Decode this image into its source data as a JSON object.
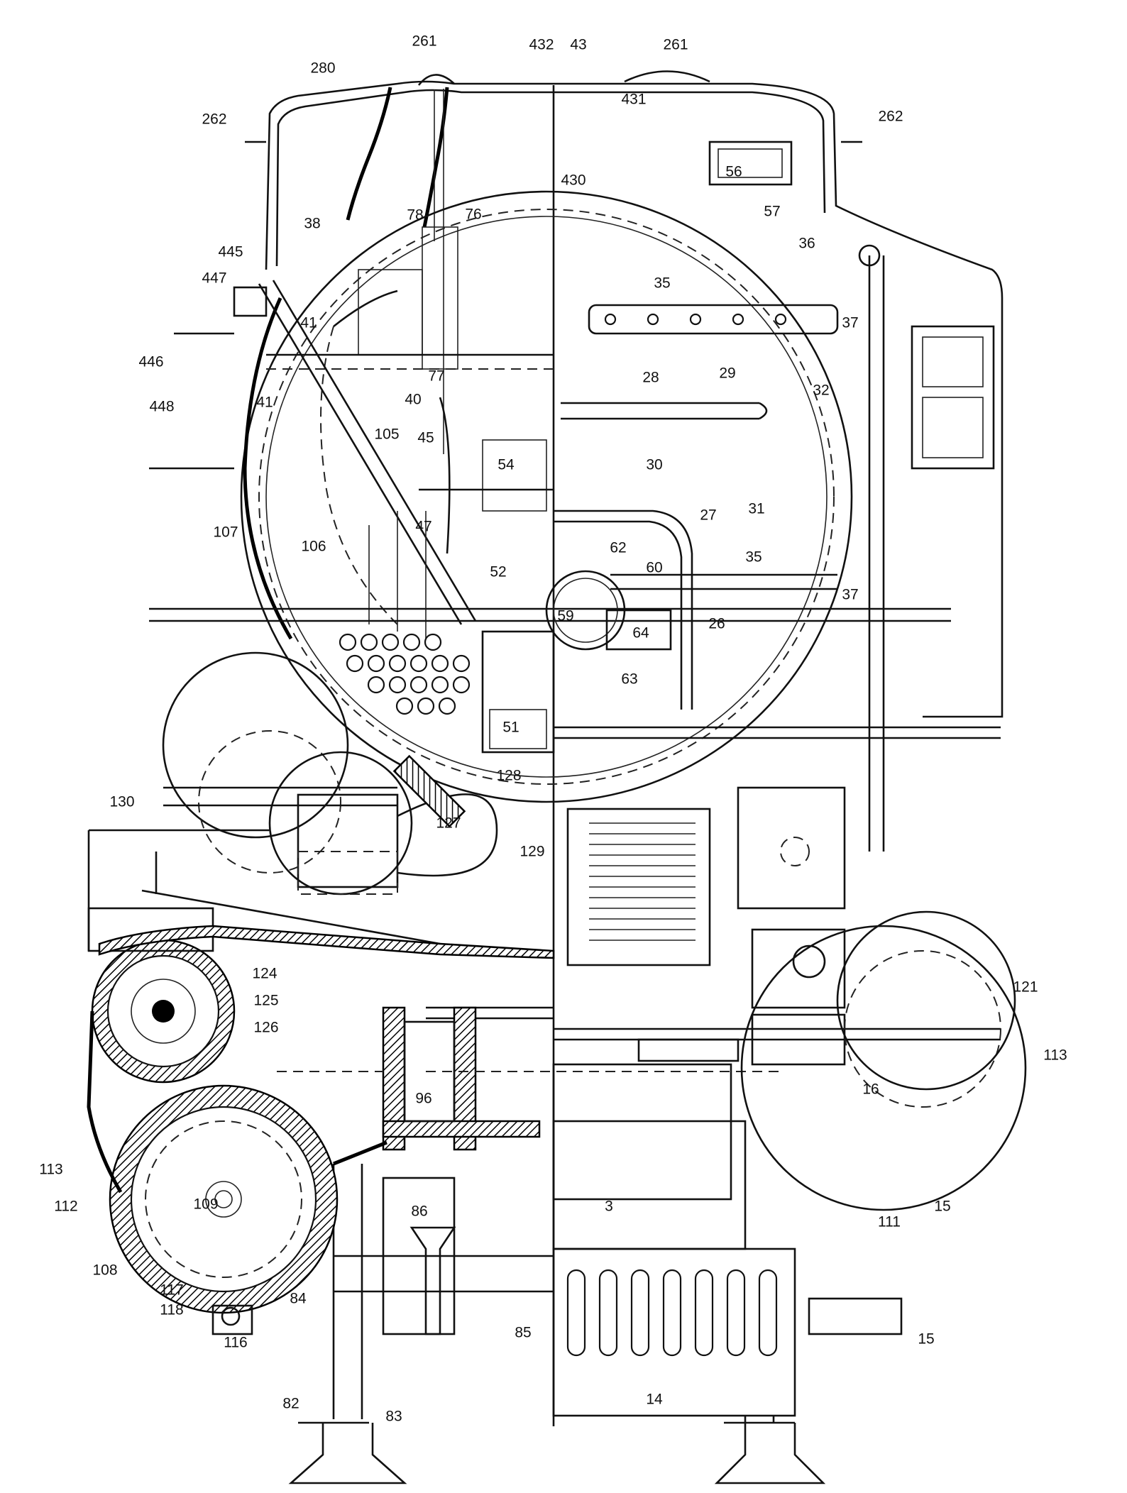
{
  "figure": {
    "line_color": "#111111",
    "background": "#ffffff",
    "reference_numerals": [
      {
        "id": "r261a",
        "text": "261"
      },
      {
        "id": "r280",
        "text": "280"
      },
      {
        "id": "r432",
        "text": "432"
      },
      {
        "id": "r43",
        "text": "43"
      },
      {
        "id": "r261b",
        "text": "261"
      },
      {
        "id": "r431",
        "text": "431"
      },
      {
        "id": "r262a",
        "text": "262"
      },
      {
        "id": "r262b",
        "text": "262"
      },
      {
        "id": "r56",
        "text": "56"
      },
      {
        "id": "r430",
        "text": "430"
      },
      {
        "id": "r57",
        "text": "57"
      },
      {
        "id": "r38",
        "text": "38"
      },
      {
        "id": "r78",
        "text": "78"
      },
      {
        "id": "r76",
        "text": "76"
      },
      {
        "id": "r36",
        "text": "36"
      },
      {
        "id": "r445",
        "text": "445"
      },
      {
        "id": "r447",
        "text": "447"
      },
      {
        "id": "r35a",
        "text": "35"
      },
      {
        "id": "r41a",
        "text": "41"
      },
      {
        "id": "r37a",
        "text": "37"
      },
      {
        "id": "r446",
        "text": "446"
      },
      {
        "id": "r77",
        "text": "77"
      },
      {
        "id": "r29",
        "text": "29"
      },
      {
        "id": "r28",
        "text": "28"
      },
      {
        "id": "r448",
        "text": "448"
      },
      {
        "id": "r41b",
        "text": "41"
      },
      {
        "id": "r40",
        "text": "40"
      },
      {
        "id": "r32",
        "text": "32"
      },
      {
        "id": "r105",
        "text": "105"
      },
      {
        "id": "r45",
        "text": "45"
      },
      {
        "id": "r54",
        "text": "54"
      },
      {
        "id": "r30",
        "text": "30"
      },
      {
        "id": "r27",
        "text": "27"
      },
      {
        "id": "r31",
        "text": "31"
      },
      {
        "id": "r107",
        "text": "107"
      },
      {
        "id": "r47",
        "text": "47"
      },
      {
        "id": "r106",
        "text": "106"
      },
      {
        "id": "r62",
        "text": "62"
      },
      {
        "id": "r35b",
        "text": "35"
      },
      {
        "id": "r60",
        "text": "60"
      },
      {
        "id": "r52",
        "text": "52"
      },
      {
        "id": "r37b",
        "text": "37"
      },
      {
        "id": "r59",
        "text": "59"
      },
      {
        "id": "r64",
        "text": "64"
      },
      {
        "id": "r26",
        "text": "26"
      },
      {
        "id": "r63",
        "text": "63"
      },
      {
        "id": "r51",
        "text": "51"
      },
      {
        "id": "r128",
        "text": "128"
      },
      {
        "id": "r130",
        "text": "130"
      },
      {
        "id": "r127",
        "text": "127"
      },
      {
        "id": "r129",
        "text": "129"
      },
      {
        "id": "r124",
        "text": "124"
      },
      {
        "id": "r125",
        "text": "125"
      },
      {
        "id": "r126",
        "text": "126"
      },
      {
        "id": "r121",
        "text": "121"
      },
      {
        "id": "r113a",
        "text": "113"
      },
      {
        "id": "r96",
        "text": "96"
      },
      {
        "id": "r16",
        "text": "16"
      },
      {
        "id": "r113b",
        "text": "113"
      },
      {
        "id": "r112",
        "text": "112"
      },
      {
        "id": "r109",
        "text": "109"
      },
      {
        "id": "r86",
        "text": "86"
      },
      {
        "id": "r3",
        "text": "3"
      },
      {
        "id": "r15a",
        "text": "15"
      },
      {
        "id": "r111",
        "text": "111"
      },
      {
        "id": "r108",
        "text": "108"
      },
      {
        "id": "r117",
        "text": "117"
      },
      {
        "id": "r84",
        "text": "84"
      },
      {
        "id": "r118",
        "text": "118"
      },
      {
        "id": "r85",
        "text": "85"
      },
      {
        "id": "r15b",
        "text": "15"
      },
      {
        "id": "r116",
        "text": "116"
      },
      {
        "id": "r14",
        "text": "14"
      },
      {
        "id": "r82",
        "text": "82"
      },
      {
        "id": "r83",
        "text": "83"
      }
    ]
  }
}
